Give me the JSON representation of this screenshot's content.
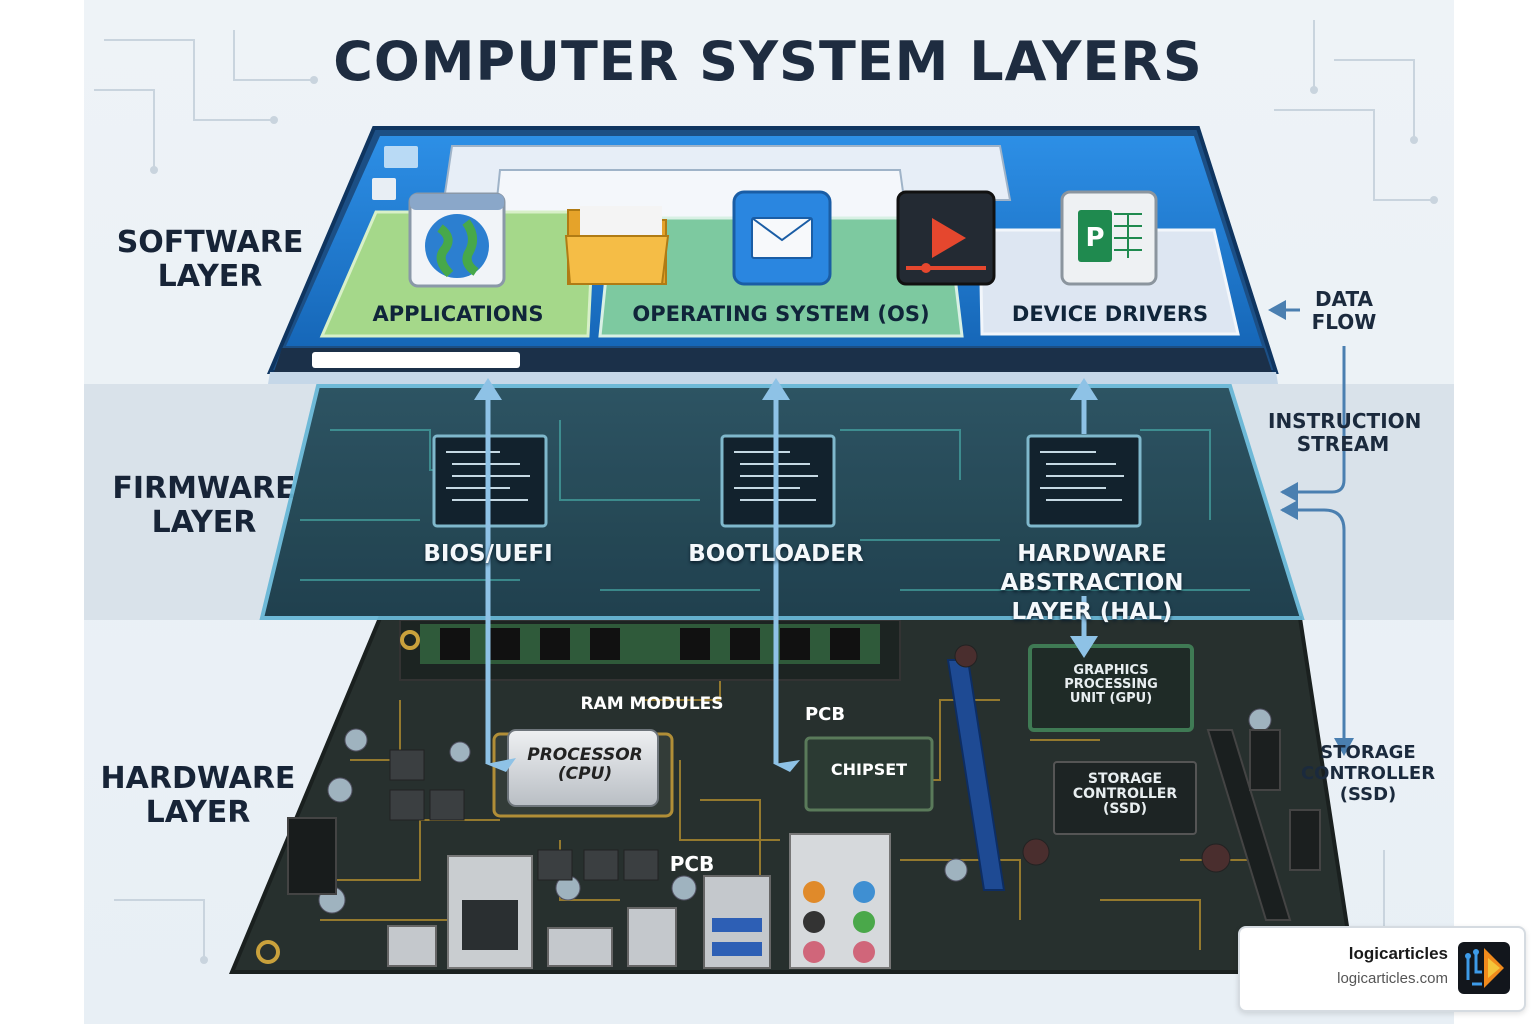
{
  "title": "COMPUTER SYSTEM LAYERS",
  "layers": {
    "software": "SOFTWARE\nLAYER",
    "firmware": "FIRMWARE\nLAYER",
    "hardware": "HARDWARE\nLAYER"
  },
  "software": {
    "applications": "APPLICATIONS",
    "os": "OPERATING SYSTEM (OS)",
    "drivers": "DEVICE DRIVERS",
    "icons": [
      "globe-icon",
      "folder-icon",
      "mail-icon",
      "video-icon",
      "spreadsheet-icon"
    ]
  },
  "firmware": {
    "bios": "BIOS/UEFI",
    "bootloader": "BOOTLOADER",
    "hal": "HARDWARE ABSTRACTION\nLAYER (HAL)"
  },
  "hardware": {
    "ram": "RAM MODULES",
    "pcb_top": "PCB",
    "pcb_bottom": "PCB",
    "cpu": "PROCESSOR\n(CPU)",
    "chipset": "CHIPSET",
    "gpu": "GRAPHICS\nPROCESSING\nUNIT (GPU)",
    "storage": "STORAGE\nCONTROLLER\n(SSD)"
  },
  "side": {
    "data_flow": "DATA\nFLOW",
    "instruction_stream": "INSTRUCTION\nSTREAM",
    "storage_controller": "STORAGE\nCONTROLLER\n(SSD)"
  },
  "badge": {
    "name": "logicarticles",
    "url": "logicarticles.com"
  },
  "colors": {
    "title": "#1e2c40",
    "screen_blue": "#1f7fd6",
    "firmware_teal": "#1f4e5f",
    "board": "#2a3532",
    "trace_gold": "#b38a2e",
    "arrow": "#4a7fb0"
  }
}
